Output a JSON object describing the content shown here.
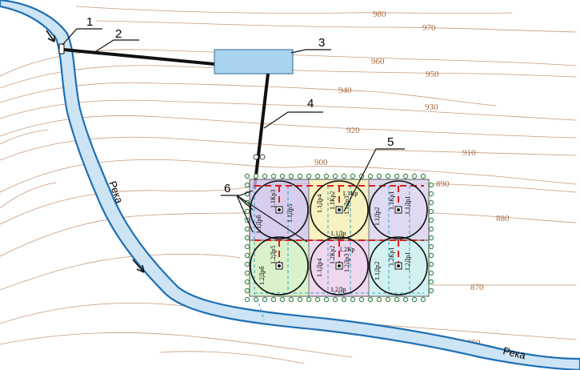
{
  "contour_labels": [
    "980",
    "970",
    "960",
    "950",
    "940",
    "930",
    "920",
    "910",
    "900",
    "890",
    "880",
    "870",
    "860"
  ],
  "callouts": [
    "1",
    "2",
    "3",
    "4",
    "5",
    "6"
  ],
  "river_labels": [
    "Река",
    "Река"
  ],
  "cell_labels": {
    "q1": [
      "1.1Дрб",
      "1.1Кр3",
      "1.1Др5"
    ],
    "q2": [
      "1.1Др4",
      "1.1Кр2",
      "1.1Кр",
      "1.1Др3",
      "1.1Др"
    ],
    "q3": [
      "1.1Др2",
      "1.1Кр1",
      "1.1Др1"
    ],
    "q4": [
      "1.2Дрб",
      "1.2Др5"
    ],
    "q5": [
      "1.1Др4",
      "1.2Кр2",
      "1.2Кр",
      "1.2Др3",
      "1.2Др"
    ],
    "q6": [
      "1.1Др2",
      "1.2Кр1",
      "1.2Др1"
    ]
  },
  "colors": {
    "river": "#1f70b5",
    "river_fill": "#cde4f5",
    "reservoir": "#a9d4ef",
    "contour": "#c89a7a",
    "elevation_text": "#a86a3a",
    "pipe": "#111111",
    "fence_post": "#3a8a4a",
    "red_dash": "#d81e1e",
    "cyan_dash": "#2aa7c4",
    "cell_purple": "#c9bde8",
    "cell_yellow": "#f6f0b6",
    "cell_cyan": "#cdeef0",
    "cell_green": "#d4f0c2",
    "cell_pink": "#ecd0ec"
  }
}
